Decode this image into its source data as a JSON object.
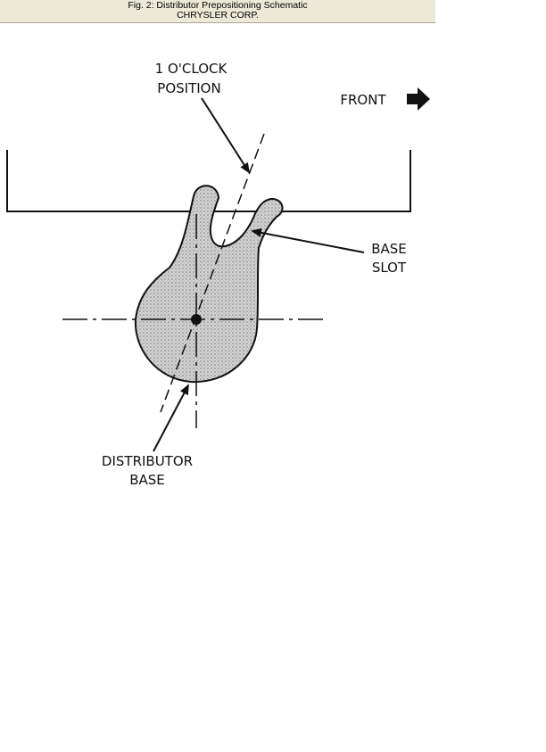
{
  "caption": {
    "title": "Fig. 2: Distributor Prepositioning Schematic",
    "source": "CHRYSLER CORP."
  },
  "diagram": {
    "labels": {
      "clock_line1": "1 O'CLOCK",
      "clock_line2": "POSITION",
      "front": "FRONT",
      "base_slot_line1": "BASE",
      "base_slot_line2": "SLOT",
      "distributor_line1": "DISTRIBUTOR",
      "distributor_line2": "BASE"
    },
    "icons": {
      "front_arrow": "right-arrow-icon"
    },
    "colors": {
      "ink": "#111111",
      "shading": "#bdbdbd",
      "caption_bg": "#ece9d8"
    }
  }
}
